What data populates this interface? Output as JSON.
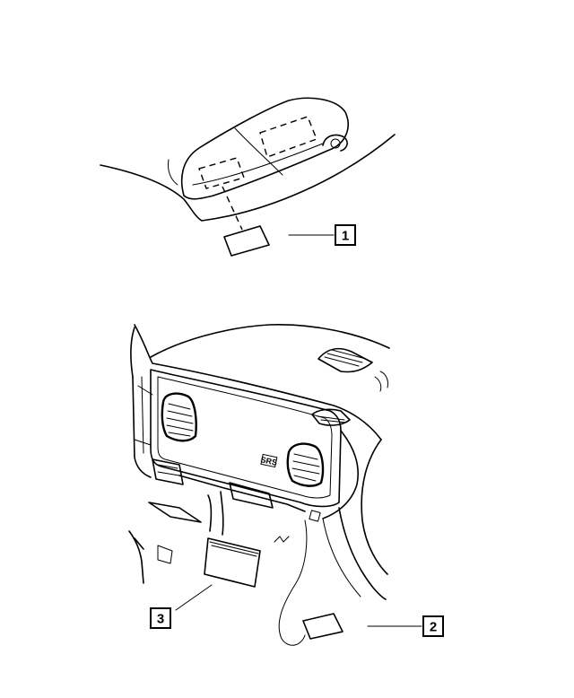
{
  "callouts": {
    "label_1": "1",
    "label_2": "2",
    "label_3": "3"
  },
  "badge": {
    "text": "SRS"
  }
}
